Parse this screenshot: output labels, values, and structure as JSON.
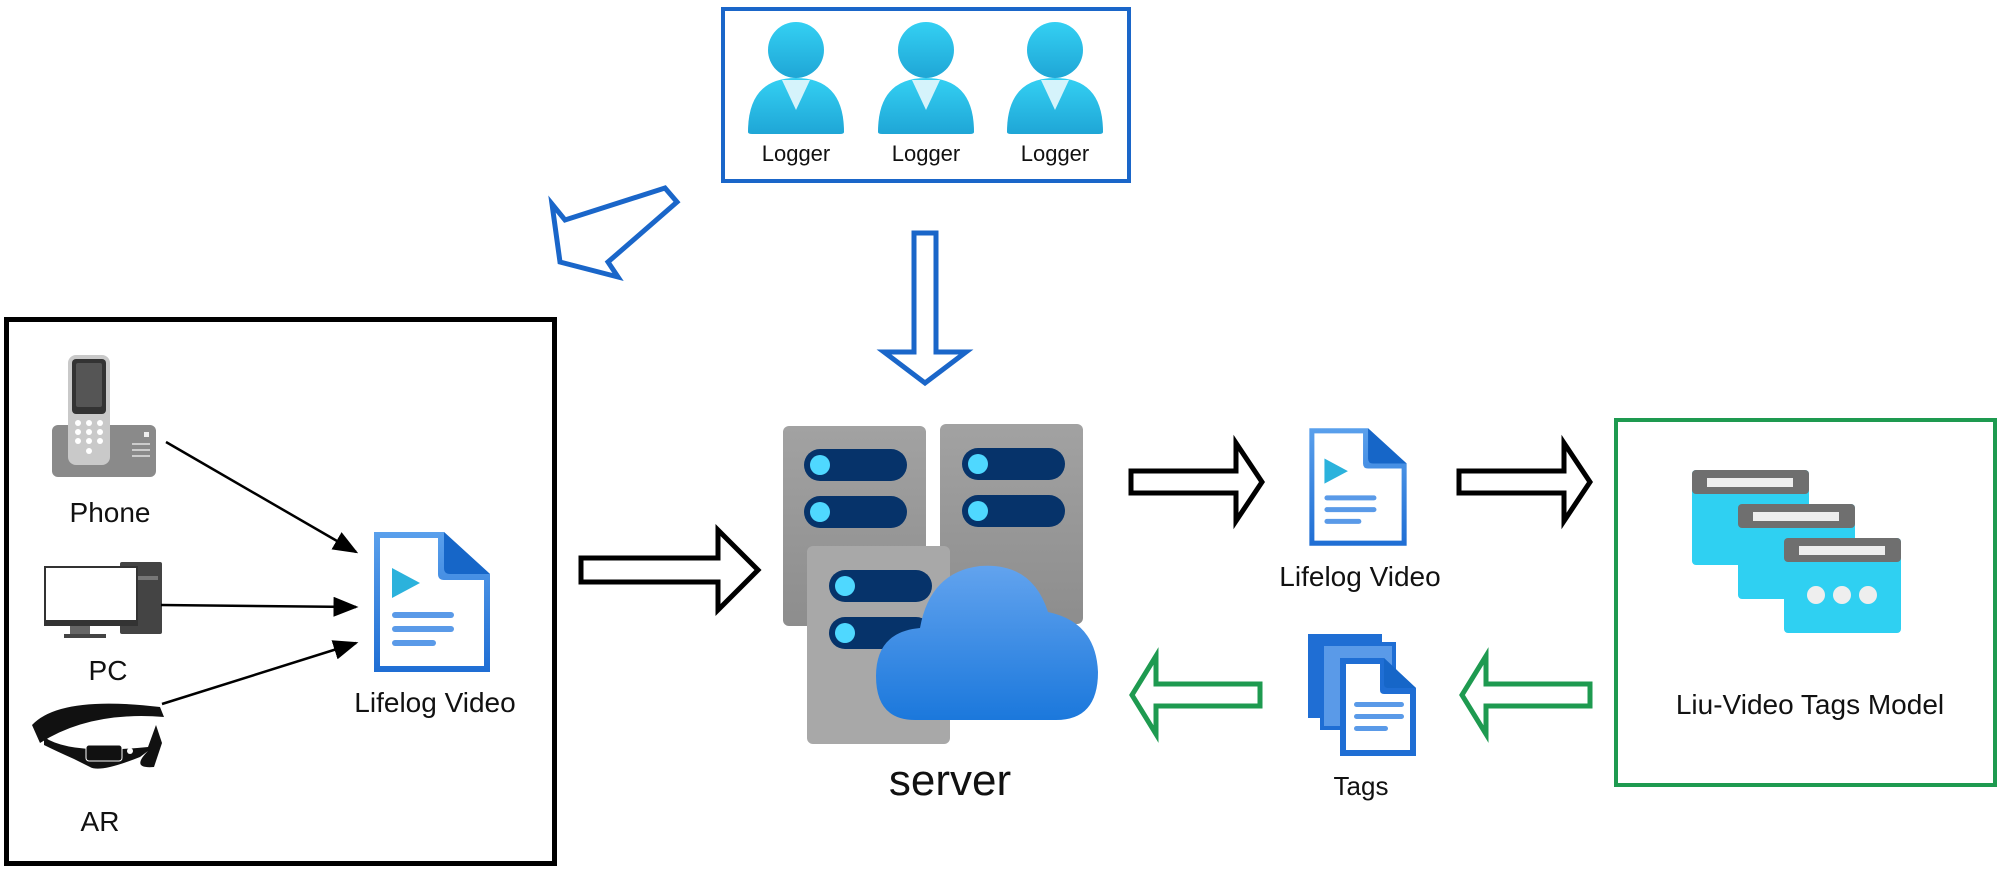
{
  "loggers": {
    "items": [
      {
        "label": "Logger"
      },
      {
        "label": "Logger"
      },
      {
        "label": "Logger"
      }
    ],
    "border_color": "#1a66c9"
  },
  "devices": {
    "items": [
      {
        "label": "Phone",
        "icon": "cordless-phone-icon"
      },
      {
        "label": "PC",
        "icon": "desktop-computer-icon"
      },
      {
        "label": "AR",
        "icon": "ar-glasses-icon"
      }
    ],
    "output_label": "Lifelog Video",
    "border_color": "#000000"
  },
  "server": {
    "label": "server"
  },
  "pipeline": {
    "video_label": "Lifelog Video",
    "tags_label": "Tags"
  },
  "model": {
    "label": "Liu-Video Tags Model",
    "border_color": "#1e9a50"
  },
  "colors": {
    "person": "#2ec5ea",
    "doc_blue": "#2f7fdc",
    "play": "#2bb2dc",
    "cloud": "#3d8ee6",
    "server_gray": "#9a9a9a",
    "server_slot": "#06336a",
    "server_led": "#4fd8ff",
    "green_arrow": "#1e9a50",
    "blue_arrow": "#1a66c9"
  }
}
